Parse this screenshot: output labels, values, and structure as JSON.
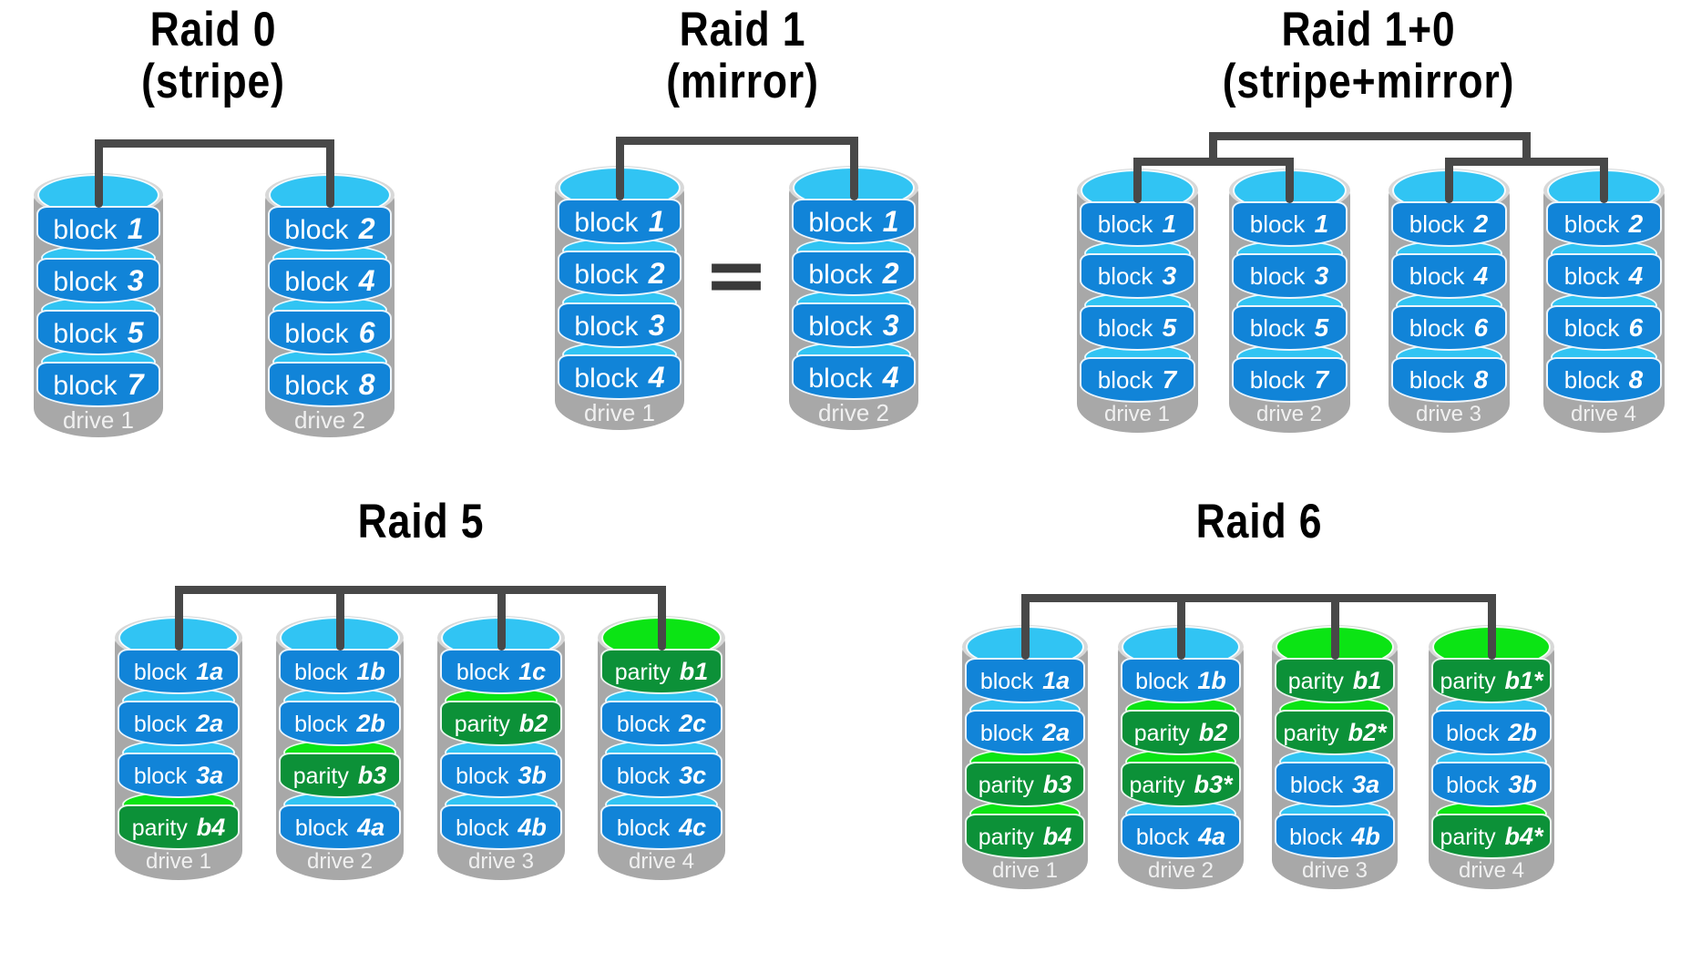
{
  "colors": {
    "block_side": "#1184d8",
    "block_top": "#31c4f3",
    "parity_side": "#0c9138",
    "parity_top": "#0be414",
    "casing": "#a8a8a8",
    "casing_rim": "#d8d8d8",
    "wire": "#484848",
    "equals": "#3a3a3a",
    "title": "#000000",
    "platter_text": "#ffffff",
    "drive_label_text": "#f0f0f0"
  },
  "diagrams": [
    {
      "id": "raid0",
      "title": "Raid 0",
      "subtitle": "(stripe)",
      "drives": [
        {
          "label": "drive 1",
          "platters": [
            {
              "word": "block",
              "num": "1"
            },
            {
              "word": "block",
              "num": "3"
            },
            {
              "word": "block",
              "num": "5"
            },
            {
              "word": "block",
              "num": "7"
            }
          ]
        },
        {
          "label": "drive 2",
          "platters": [
            {
              "word": "block",
              "num": "2"
            },
            {
              "word": "block",
              "num": "4"
            },
            {
              "word": "block",
              "num": "6"
            },
            {
              "word": "block",
              "num": "8"
            }
          ]
        }
      ]
    },
    {
      "id": "raid1",
      "title": "Raid 1",
      "subtitle": "(mirror)",
      "equals": "=",
      "drives": [
        {
          "label": "drive 1",
          "platters": [
            {
              "word": "block",
              "num": "1"
            },
            {
              "word": "block",
              "num": "2"
            },
            {
              "word": "block",
              "num": "3"
            },
            {
              "word": "block",
              "num": "4"
            }
          ]
        },
        {
          "label": "drive 2",
          "platters": [
            {
              "word": "block",
              "num": "1"
            },
            {
              "word": "block",
              "num": "2"
            },
            {
              "word": "block",
              "num": "3"
            },
            {
              "word": "block",
              "num": "4"
            }
          ]
        }
      ]
    },
    {
      "id": "raid10",
      "title": "Raid 1+0",
      "subtitle": "(stripe+mirror)",
      "drives": [
        {
          "label": "drive 1",
          "platters": [
            {
              "word": "block",
              "num": "1"
            },
            {
              "word": "block",
              "num": "3"
            },
            {
              "word": "block",
              "num": "5"
            },
            {
              "word": "block",
              "num": "7"
            }
          ]
        },
        {
          "label": "drive 2",
          "platters": [
            {
              "word": "block",
              "num": "1"
            },
            {
              "word": "block",
              "num": "3"
            },
            {
              "word": "block",
              "num": "5"
            },
            {
              "word": "block",
              "num": "7"
            }
          ]
        },
        {
          "label": "drive 3",
          "platters": [
            {
              "word": "block",
              "num": "2"
            },
            {
              "word": "block",
              "num": "4"
            },
            {
              "word": "block",
              "num": "6"
            },
            {
              "word": "block",
              "num": "8"
            }
          ]
        },
        {
          "label": "drive 4",
          "platters": [
            {
              "word": "block",
              "num": "2"
            },
            {
              "word": "block",
              "num": "4"
            },
            {
              "word": "block",
              "num": "6"
            },
            {
              "word": "block",
              "num": "8"
            }
          ]
        }
      ]
    },
    {
      "id": "raid5",
      "title": "Raid 5",
      "subtitle": "",
      "drives": [
        {
          "label": "drive 1",
          "platters": [
            {
              "word": "block",
              "num": "1a"
            },
            {
              "word": "block",
              "num": "2a"
            },
            {
              "word": "block",
              "num": "3a"
            },
            {
              "word": "parity",
              "num": "b4"
            }
          ]
        },
        {
          "label": "drive 2",
          "platters": [
            {
              "word": "block",
              "num": "1b"
            },
            {
              "word": "block",
              "num": "2b"
            },
            {
              "word": "parity",
              "num": "b3"
            },
            {
              "word": "block",
              "num": "4a"
            }
          ]
        },
        {
          "label": "drive 3",
          "platters": [
            {
              "word": "block",
              "num": "1c"
            },
            {
              "word": "parity",
              "num": "b2"
            },
            {
              "word": "block",
              "num": "3b"
            },
            {
              "word": "block",
              "num": "4b"
            }
          ]
        },
        {
          "label": "drive 4",
          "platters": [
            {
              "word": "parity",
              "num": "b1"
            },
            {
              "word": "block",
              "num": "2c"
            },
            {
              "word": "block",
              "num": "3c"
            },
            {
              "word": "block",
              "num": "4c"
            }
          ]
        }
      ]
    },
    {
      "id": "raid6",
      "title": "Raid 6",
      "subtitle": "",
      "drives": [
        {
          "label": "drive 1",
          "platters": [
            {
              "word": "block",
              "num": "1a"
            },
            {
              "word": "block",
              "num": "2a"
            },
            {
              "word": "parity",
              "num": "b3"
            },
            {
              "word": "parity",
              "num": "b4"
            }
          ]
        },
        {
          "label": "drive 2",
          "platters": [
            {
              "word": "block",
              "num": "1b"
            },
            {
              "word": "parity",
              "num": "b2"
            },
            {
              "word": "parity",
              "num": "b3*"
            },
            {
              "word": "block",
              "num": "4a"
            }
          ]
        },
        {
          "label": "drive 3",
          "platters": [
            {
              "word": "parity",
              "num": "b1"
            },
            {
              "word": "parity",
              "num": "b2*"
            },
            {
              "word": "block",
              "num": "3a"
            },
            {
              "word": "block",
              "num": "4b"
            }
          ]
        },
        {
          "label": "drive 4",
          "platters": [
            {
              "word": "parity",
              "num": "b1*"
            },
            {
              "word": "block",
              "num": "2b"
            },
            {
              "word": "block",
              "num": "3b"
            },
            {
              "word": "parity",
              "num": "b4*"
            }
          ]
        }
      ]
    }
  ]
}
